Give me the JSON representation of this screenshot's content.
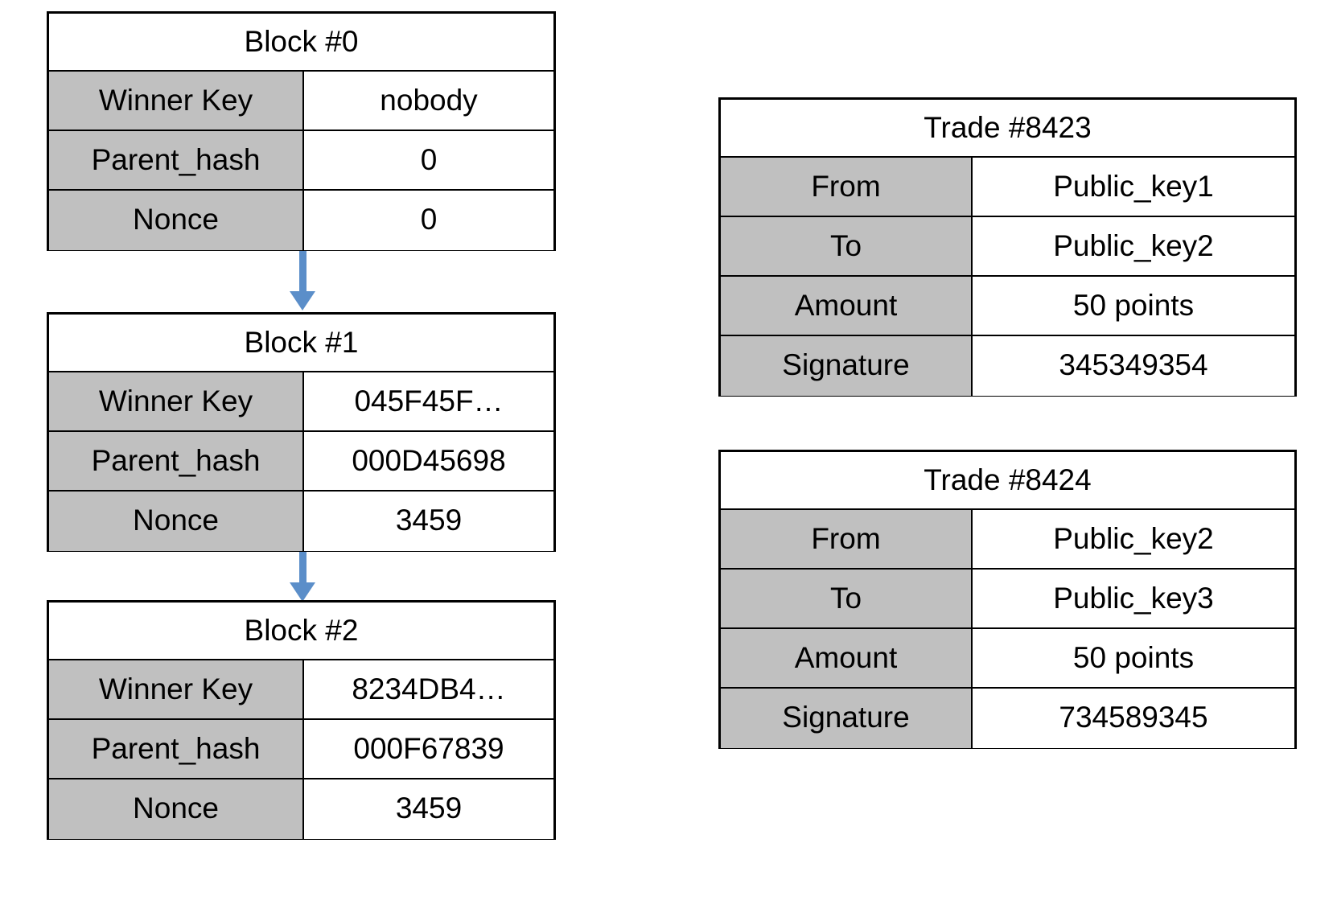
{
  "colors": {
    "label_cell_background": "#C0C0C0",
    "value_cell_background": "#FFFFFF",
    "border": "#000000",
    "arrow": "#5B8EC9"
  },
  "blocks": [
    {
      "title": "Block #0",
      "rows": [
        {
          "label": "Winner Key",
          "value": "nobody"
        },
        {
          "label": "Parent_hash",
          "value": "0"
        },
        {
          "label": "Nonce",
          "value": "0"
        }
      ]
    },
    {
      "title": "Block #1",
      "rows": [
        {
          "label": "Winner Key",
          "value": "045F45F…"
        },
        {
          "label": "Parent_hash",
          "value": "000D45698"
        },
        {
          "label": "Nonce",
          "value": "3459"
        }
      ]
    },
    {
      "title": "Block #2",
      "rows": [
        {
          "label": "Winner Key",
          "value": "8234DB4…"
        },
        {
          "label": "Parent_hash",
          "value": "000F67839"
        },
        {
          "label": "Nonce",
          "value": "3459"
        }
      ]
    }
  ],
  "trades": [
    {
      "title": "Trade #8423",
      "rows": [
        {
          "label": "From",
          "value": "Public_key1"
        },
        {
          "label": "To",
          "value": "Public_key2"
        },
        {
          "label": "Amount",
          "value": "50 points"
        },
        {
          "label": "Signature",
          "value": "345349354"
        }
      ]
    },
    {
      "title": "Trade #8424",
      "rows": [
        {
          "label": "From",
          "value": "Public_key2"
        },
        {
          "label": "To",
          "value": "Public_key3"
        },
        {
          "label": "Amount",
          "value": "50 points"
        },
        {
          "label": "Signature",
          "value": "734589345"
        }
      ]
    }
  ],
  "arrows": [
    {
      "from": "Block #0",
      "to": "Block #1"
    },
    {
      "from": "Block #1",
      "to": "Block #2"
    }
  ]
}
